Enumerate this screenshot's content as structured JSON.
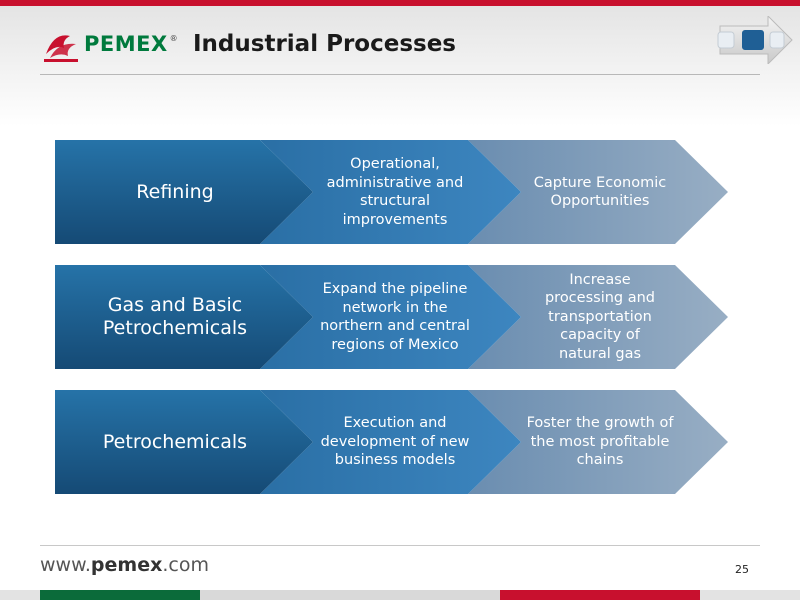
{
  "header": {
    "brand": "PEMEX",
    "brand_mark": "®",
    "title": "Industrial Processes"
  },
  "rows": [
    {
      "category": "Refining",
      "strategy": "Operational, administrative and structural improvements",
      "goal": "Capture Economic Opportunities"
    },
    {
      "category": "Gas and Basic Petrochemicals",
      "strategy": "Expand  the pipeline network in the northern and central regions of Mexico",
      "goal": "Increase processing and transportation capacity of natural gas"
    },
    {
      "category": "Petrochemicals",
      "strategy": "Execution and development of new business models",
      "goal": "Foster the growth of the most profitable chains"
    }
  ],
  "footer": {
    "url_prefix": "www.",
    "url_brand": "pemex",
    "url_suffix": ".com",
    "page_number": "25"
  },
  "colors": {
    "brand_green": "#007a3d",
    "brand_red": "#c8102e",
    "block_dark": "#1d5d8c",
    "block_mid": "#2e78b0",
    "block_light": "#7f9ab8"
  }
}
